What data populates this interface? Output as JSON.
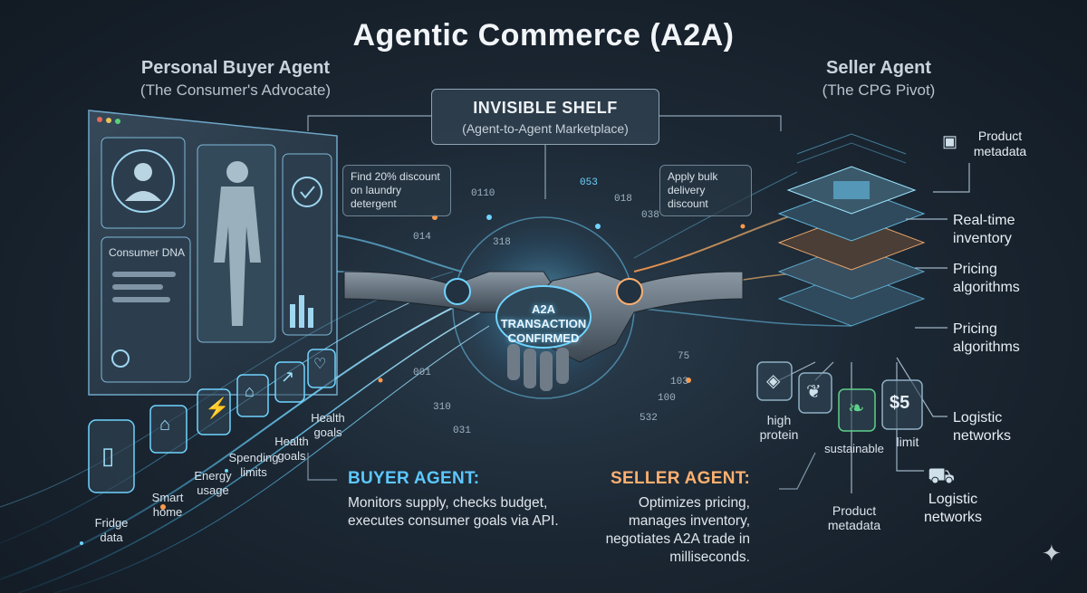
{
  "title": "Agentic Commerce (A2A)",
  "buyer": {
    "heading": "Personal Buyer Agent",
    "subheading": "(The Consumer's Advocate)",
    "dna_label": "Consumer DNA",
    "bubble": "Find 20% discount on laundry detergent",
    "inputs": [
      "Fridge data",
      "Smart home",
      "Energy usage",
      "Spending limits",
      "Health goals",
      "Health goals"
    ],
    "summary_heading": "BUYER AGENT:",
    "summary_text": "Monitors supply, checks budget, executes consumer goals via API."
  },
  "seller": {
    "heading": "Seller Agent",
    "subheading": "(The CPG Pivot)",
    "bubble": "Apply bulk delivery discount",
    "layers": [
      "Product metadata",
      "Real-time inventory",
      "Pricing algorithms",
      "Pricing algorithms",
      "Logistic networks"
    ],
    "bottom": [
      "high protein",
      "sustainable",
      "Product metadata",
      "limit",
      "Logistic networks"
    ],
    "price_tag": "$5",
    "summary_heading": "SELLER AGENT:",
    "summary_text": "Optimizes pricing, manages inventory, negotiates A2A trade in milliseconds."
  },
  "shelf": {
    "title": "INVISIBLE SHELF",
    "subtitle": "(Agent-to-Agent Marketplace)"
  },
  "center": {
    "line1": "A2A",
    "line2": "TRANSACTION",
    "line3": "CONFIRMED"
  },
  "data_numbers": [
    "0110",
    "014",
    "318",
    "001",
    "310",
    "031",
    "053",
    "018",
    "038",
    "75",
    "103",
    "100",
    "532"
  ],
  "colors": {
    "background": "#1b2733",
    "buyer_accent": "#5cc8ff",
    "seller_accent": "#ffb070",
    "sustainable_green": "#5fd08a"
  },
  "icons": {
    "inputs": [
      "fridge-icon",
      "smart-home-icon",
      "energy-bolt-icon",
      "house-dollar-icon",
      "chart-up-icon",
      "heart-pulse-icon"
    ],
    "seller": [
      "box-icon",
      "leaf-icon",
      "price-tag-icon",
      "truck-icon",
      "sparkle-icon"
    ]
  }
}
